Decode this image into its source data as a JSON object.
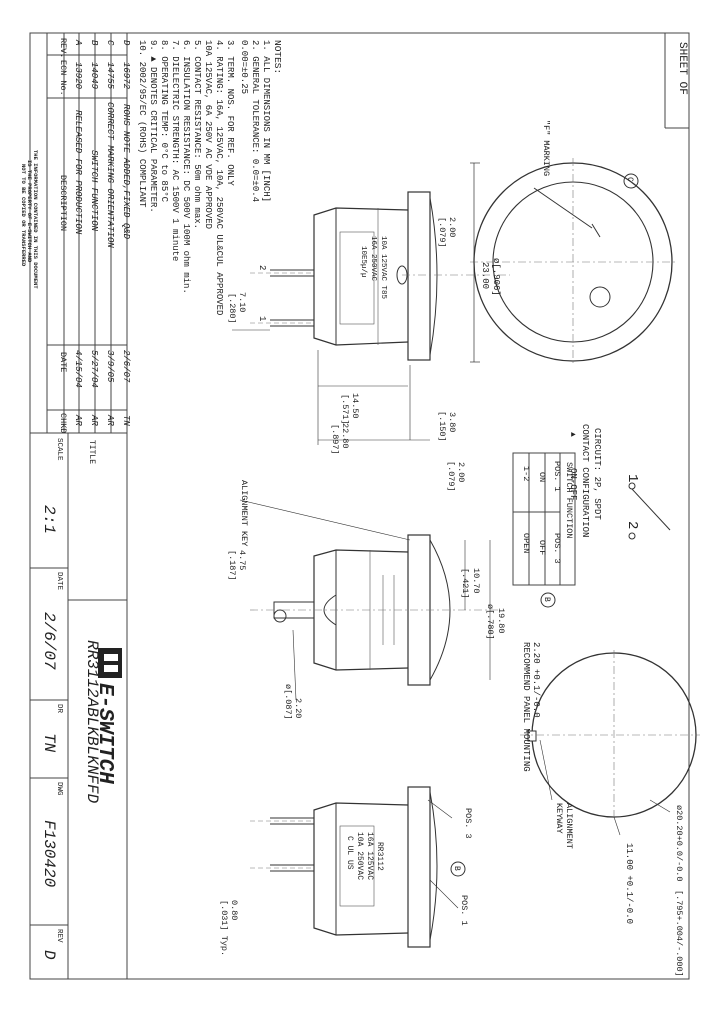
{
  "sheet": {
    "label": "SHEET  OF"
  },
  "notes": {
    "heading": "NOTES:",
    "items": [
      "1.  ALL DIMENSIONS IN MM [INCH]",
      "2.  GENERAL TOLERANCE: 0.0=±0.4",
      "                       0.00=±0.25",
      "3.  TERM. NOS. FOR REF. ONLY",
      "4.  RATING: 16A, 125VAC, 10A, 250VAC UL&CUL APPROVED",
      "         10A 125VAC, 6A 250V AC VDE APPROVED",
      "5.  CONTACT RESISTANCE: 50m ohm max.",
      "6.  INSULATION RESISTANCE: DC 500V 100M ohm min.",
      "7.  DIELECTRIC STRENGTH: AC 1500V 1 minute",
      "8.  OPERATING TEMP: 0°C to 85°C",
      "9.  ▲ DENOTES CRITICAL PARAMETER.",
      "10. 2002/95/EC (ROHS) COMPLIANT"
    ]
  },
  "revisions": {
    "headers": [
      "REV.",
      "ECN No.",
      "DESCRIPTION",
      "DATE",
      "CHKD"
    ],
    "rows": [
      [
        "D",
        "16972",
        "ROHS NOTE ADDED,FIXED Q&D",
        "2/6/07",
        "TN"
      ],
      [
        "C",
        "14755",
        "CORRECT MARKING ORIENTATION",
        "3/9/05",
        "AR"
      ],
      [
        "B",
        "14049",
        "SWITCH FUNCTION",
        "5/27/04",
        "AR"
      ],
      [
        "A",
        "13920",
        "RELEASED FOR PRODUCTION",
        "4/15/04",
        "AR"
      ]
    ],
    "disclaimer": [
      "THE INFORMATION CONTAINED IN THIS DOCUMENT",
      "IS THE PROPERTY OF E-SWITCH AND",
      "NOT TO BE COPIED OR TRANSFERRED"
    ]
  },
  "title_block": {
    "brand": "E-SWITCH",
    "title_label": "TITLE",
    "title": "RR3112ABLKBLKNFFD",
    "scale_label": "SCALE",
    "scale": "2:1",
    "date_label": "DATE",
    "date": "2/6/07",
    "dr_label": "DR",
    "dr": "TN",
    "dwg_label": "DWG",
    "dwg": "F130420",
    "rev_label": "REV",
    "rev": "D"
  },
  "circuit": {
    "title": "CIRCUIT: 2P, SPDT",
    "subtitle": "CONTACT CONFIGURATION",
    "mode": "ON-OFF",
    "terminal_1": "1",
    "terminal_2": "2",
    "headers": [
      "SWITCH FUNCTION",
      "POS. 1",
      "POS. 3"
    ],
    "rows": [
      [
        "1-2",
        "ON",
        "OFF"
      ],
      [
        "",
        "OPEN",
        ""
      ]
    ]
  },
  "top_view": {
    "marking_label": "\"F\" MARKING",
    "rev_c": "C",
    "dia_mm": "23.00",
    "dia_in": "ø[.906]"
  },
  "side_view": {
    "dims": {
      "d200": "2.00",
      "d200_in": "[.079]",
      "d710": "7.10",
      "d710_in": "[.280]",
      "d1450": "14.50",
      "d1450_in": "[.571]",
      "d2280": "22.80",
      "d2280_in": "[.897]",
      "d380": "3.80",
      "d380_in": "[.150]",
      "d200b": "2.00",
      "d200b_in": "[.079]"
    },
    "terminal_1": "1",
    "terminal_2": "2",
    "marking_lines": [
      "10A 125VAC T85",
      "16A 250VAC",
      "10E5µ/µ"
    ]
  },
  "end_view": {
    "alignment_key": "ALIGNMENT KEY",
    "d475": "4.75",
    "d475_in": "[.187]",
    "d1070": "10.70",
    "d1070_in": "[.421]",
    "d1980": "19.80",
    "d1980_in": "ø[.780]",
    "d220": "2.20",
    "d220_in": "ø[.087]",
    "rev_b": "B"
  },
  "panel": {
    "title": "RECOMMEND PANEL MOUNTING",
    "d220": "2.20 +0.1/-0.0",
    "alignment_keyway": "ALIGNMENT KEYWAY",
    "d1100": "11.00 +0.1/-0.0",
    "d2020": "ø20.20+0.0/-0.0",
    "d2020_in": "[.795+.004/-.000]"
  },
  "bottom_view": {
    "pos3": "POS. 3",
    "rev_b": "B",
    "pos1": "POS. 1",
    "d080": "0.80",
    "d080_in": "[.031] Typ.",
    "marking_lines": [
      "RR3112",
      "16A 125VAC",
      "10A 250VAC",
      "C UL US"
    ]
  }
}
